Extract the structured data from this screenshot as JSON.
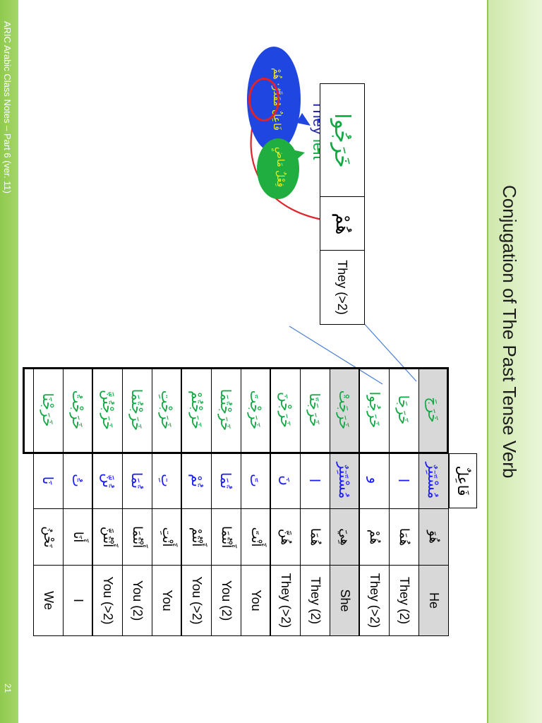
{
  "footer": {
    "text": "ARIC Arabic Class Notes – Part 6 (ver. 11)",
    "page_number": "21"
  },
  "title": "Conjugation of The Past Tense Verb",
  "example": {
    "gloss_a": "They ",
    "gloss_b": "left",
    "verb": "خَرَجُوا",
    "pronoun": "هُمْ",
    "english": "They (>2)",
    "bubble_verb": "فِعْلٌ مَاضٍ",
    "bubble_subject": "فَاعِلٌ مُقَدَّرٌ: هُمْ"
  },
  "table": {
    "suffix_header": "فَاعِلٌ",
    "rows": [
      {
        "english": "He",
        "pronoun": "هُوَ",
        "suffix": "مُسْتَتِرٌ",
        "verb": "خَرَجَ",
        "shaded": true
      },
      {
        "english": "They (2)",
        "pronoun": "هُمَا",
        "suffix": "ا",
        "verb": "خَرَجَا"
      },
      {
        "english": "They (>2)",
        "pronoun": "هُمْ",
        "suffix": "و",
        "verb": "خَرَجُوا",
        "group_end": true
      },
      {
        "english": "She",
        "pronoun": "هِيَ",
        "suffix": "مُسْتَتِرٌ",
        "verb": "خَرَجَتْ",
        "shaded": true
      },
      {
        "english": "They (2)",
        "pronoun": "هُمَا",
        "suffix": "ا",
        "verb": "خَرَجَتَا"
      },
      {
        "english": "They (>2)",
        "pronoun": "هُنَّ",
        "suffix": "نَ",
        "verb": "خَرَجْنَ",
        "group_end": true
      },
      {
        "english": "You",
        "pronoun": "أَنْتَ",
        "suffix": "تَ",
        "verb": "خَرَجْتَ"
      },
      {
        "english": "You (2)",
        "pronoun": "أَنْتُمَا",
        "suffix": "تُمَا",
        "verb": "خَرَجْتُمَا"
      },
      {
        "english": "You (>2)",
        "pronoun": "أَنْتُمْ",
        "suffix": "تُمْ",
        "verb": "خَرَجْتُمْ",
        "group_end": true
      },
      {
        "english": "You",
        "pronoun": "أَنْتِ",
        "suffix": "تِ",
        "verb": "خَرَجْتِ"
      },
      {
        "english": "You (2)",
        "pronoun": "أَنْتُمَا",
        "suffix": "تُمَا",
        "verb": "خَرَجْتُمَا"
      },
      {
        "english": "You (>2)",
        "pronoun": "أَنْتُنَّ",
        "suffix": "تُنَّ",
        "verb": "خَرَجْتُنَّ",
        "group_end": true
      },
      {
        "english": "I",
        "pronoun": "أَنَا",
        "suffix": "تُ",
        "verb": "خَرَجْتُ"
      },
      {
        "english": "We",
        "pronoun": "نَحْنُ",
        "suffix": "نَا",
        "verb": "خَرَجْنَا"
      }
    ]
  },
  "colors": {
    "verb_green": "#10a843",
    "suffix_blue": "#1a1aff",
    "band_green": "#8fca4e",
    "bubble_blue": "#1f46e0",
    "bubble_green": "#1fae3f",
    "highlight_red": "#e0222a"
  }
}
